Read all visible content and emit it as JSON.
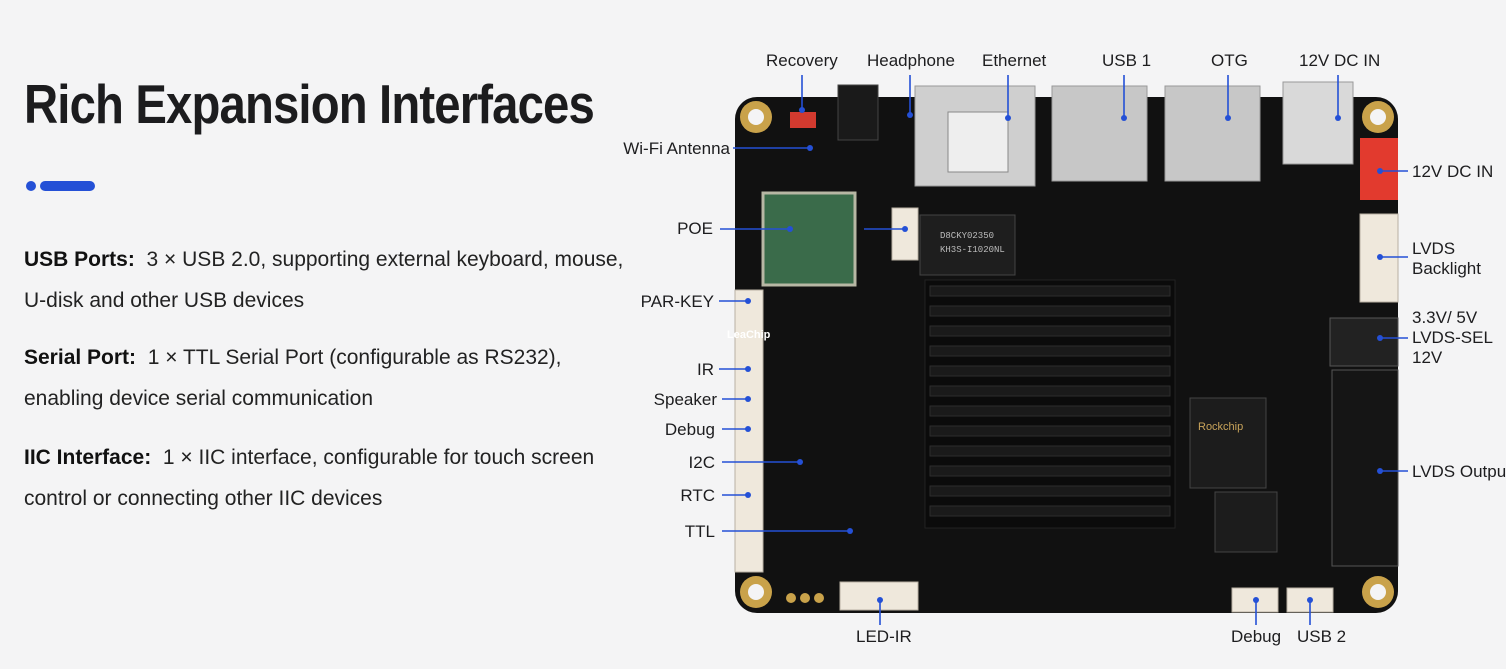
{
  "heading": "Rich Expansion Interfaces",
  "accent_color": "#2450d6",
  "features": [
    {
      "name": "USB Ports:",
      "description": "3 × USB 2.0, supporting external keyboard, mouse, U-disk and other USB devices"
    },
    {
      "name": "Serial Port:",
      "description": "1 × TTL Serial Port (configurable as RS232), enabling device serial communication"
    },
    {
      "name": "IIC Interface:",
      "description": "1 × IIC interface, configurable for touch screen control or connecting other IIC devices"
    }
  ],
  "callouts": {
    "top": [
      "Recovery",
      "Headphone",
      "Ethernet",
      "USB 1",
      "OTG",
      "12V DC IN"
    ],
    "left": [
      "Wi-Fi Antenna",
      "POE",
      "PAR-KEY",
      "IR",
      "Speaker",
      "Debug",
      "I2C",
      "RTC",
      "TTL"
    ],
    "right": [
      "12V DC IN",
      "LVDS Backlight",
      "3.3V/ 5V LVDS-SEL 12V",
      "LVDS Output"
    ],
    "bottom": [
      "LED-IR",
      "Debug",
      "USB 2"
    ]
  },
  "board_markings": {
    "module_text": "LeaChip",
    "chip_text_1": "D8CKY02350",
    "chip_text_2": "KH3S-I1020NL",
    "soc_text": "Rockchip"
  },
  "board_colors": {
    "pcb": "#111111",
    "heatsink": "#0b0b0b",
    "pin": "#c9a24a",
    "connector": "#efe8dc",
    "red_connector": "#e23a2e"
  }
}
